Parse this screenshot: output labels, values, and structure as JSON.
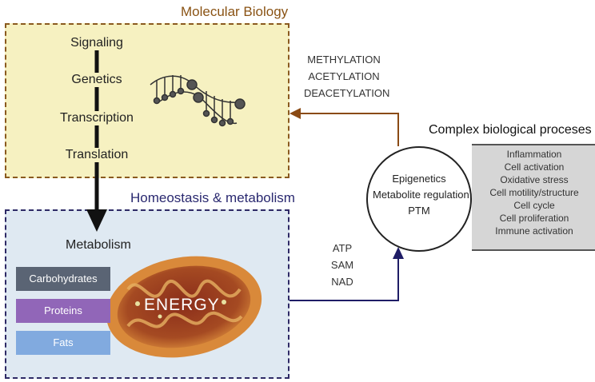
{
  "molecular_biology": {
    "title": "Molecular Biology",
    "steps": [
      "Signaling",
      "Genetics",
      "Transcription",
      "Translation"
    ]
  },
  "homeostasis": {
    "title": "Homeostasis & metabolism",
    "metabolism_label": "Metabolism",
    "nutrients": [
      "Carbohydrates",
      "Proteins",
      "Fats"
    ],
    "energy_label": "ENERGY"
  },
  "epigenetic_marks": [
    "METHYLATION",
    "ACETYLATION",
    "DEACETYLATION"
  ],
  "energy_molecules": [
    "ATP",
    "SAM",
    "NAD"
  ],
  "central_node": {
    "lines": [
      "Epigenetics",
      "Metabolite regulation",
      "PTM"
    ]
  },
  "complex_processes": {
    "title": "Complex biological proceses",
    "items": [
      "Inflammation",
      "Cell activation",
      "Oxidative stress",
      "Cell motility/structure",
      "Cell cycle",
      "Cell proliferation",
      "Immune activation"
    ]
  },
  "colors": {
    "molecular_panel": "#f6f1c1",
    "molecular_border": "#8a5a1f",
    "homeostasis_panel": "#dfe9f2",
    "homeostasis_border": "#2e2a66",
    "carbohydrates": "#5a6474",
    "proteins": "#9166b8",
    "fats": "#81aadf",
    "mitochondrion": "#c2712a"
  }
}
